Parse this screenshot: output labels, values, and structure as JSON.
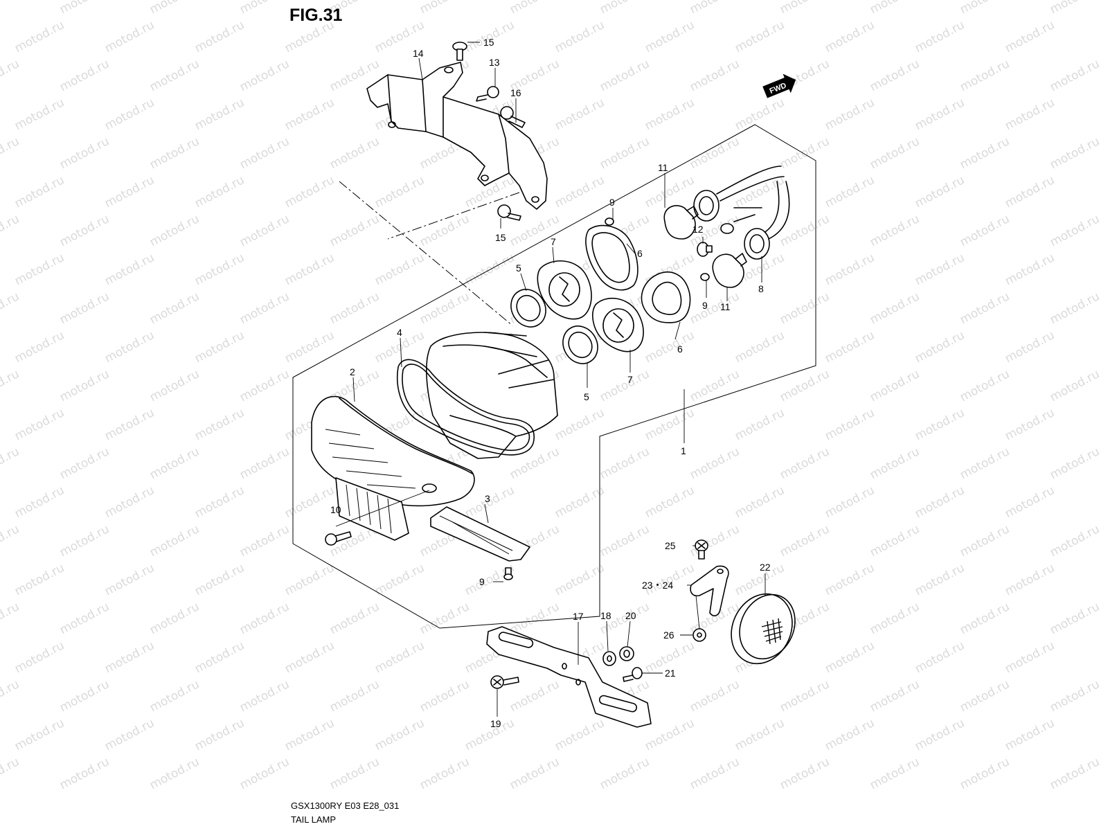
{
  "figure": {
    "title": "FIG.31",
    "model_code": "GSX1300RY E03 E28_031",
    "caption": "TAIL LAMP",
    "fwd_label": "FWD",
    "watermark": "motod.ru"
  },
  "callouts": [
    {
      "key": "c15a",
      "label": "15"
    },
    {
      "key": "c14",
      "label": "14"
    },
    {
      "key": "c13",
      "label": "13"
    },
    {
      "key": "c16",
      "label": "16"
    },
    {
      "key": "c15b",
      "label": "15"
    },
    {
      "key": "c11a",
      "label": "11"
    },
    {
      "key": "c9a",
      "label": "9"
    },
    {
      "key": "c12",
      "label": "12"
    },
    {
      "key": "c7a",
      "label": "7"
    },
    {
      "key": "c6a",
      "label": "6"
    },
    {
      "key": "c5a",
      "label": "5"
    },
    {
      "key": "c8",
      "label": "8"
    },
    {
      "key": "c9b",
      "label": "9"
    },
    {
      "key": "c11b",
      "label": "11"
    },
    {
      "key": "c4",
      "label": "4"
    },
    {
      "key": "c6b",
      "label": "6"
    },
    {
      "key": "c2",
      "label": "2"
    },
    {
      "key": "c7b",
      "label": "7"
    },
    {
      "key": "c5b",
      "label": "5"
    },
    {
      "key": "c1",
      "label": "1"
    },
    {
      "key": "c3",
      "label": "3"
    },
    {
      "key": "c10",
      "label": "10"
    },
    {
      "key": "c9c",
      "label": "9"
    },
    {
      "key": "c25",
      "label": "25"
    },
    {
      "key": "c22",
      "label": "22"
    },
    {
      "key": "c2324",
      "label": "23・24"
    },
    {
      "key": "c17",
      "label": "17"
    },
    {
      "key": "c18",
      "label": "18"
    },
    {
      "key": "c20",
      "label": "20"
    },
    {
      "key": "c26",
      "label": "26"
    },
    {
      "key": "c21",
      "label": "21"
    },
    {
      "key": "c19",
      "label": "19"
    }
  ]
}
